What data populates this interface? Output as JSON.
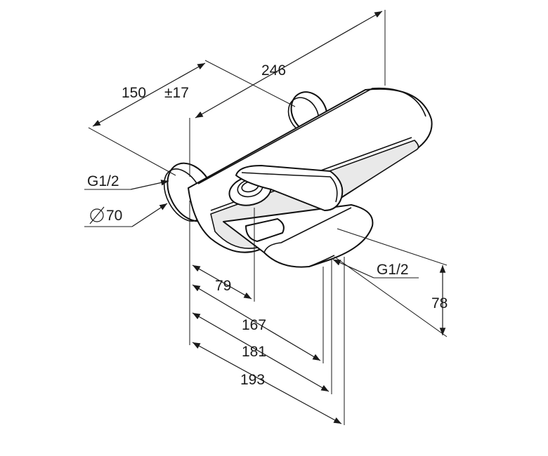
{
  "dimensions": {
    "d246": "246",
    "d150": "150",
    "d17": "±17",
    "g12_inlet": "G1/2",
    "d70": "70",
    "g12_outlet": "G1/2",
    "d78": "78",
    "d79": "79",
    "d167": "167",
    "d181": "181",
    "d193": "193"
  },
  "symbols": {
    "diameter": "diameter-symbol"
  }
}
